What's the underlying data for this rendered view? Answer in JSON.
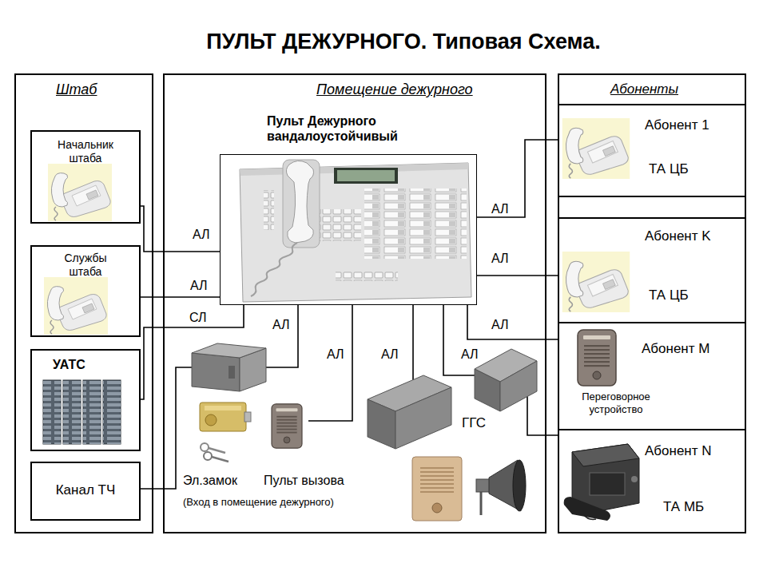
{
  "diagram": {
    "title": "ПУЛЬТ ДЕЖУРНОГО. Типовая Схема.",
    "nodes": [
      {
        "text": [
          "Штаб"
        ]
      },
      {
        "text": [
          "Начальник штаба"
        ],
        "in": 0
      },
      {
        "text": [
          "Службы штаба"
        ],
        "in": 0
      },
      {
        "text": [
          "УАТС"
        ],
        "in": 0
      },
      {
        "text": [
          "Канал ТЧ"
        ],
        "in": 0
      },
      {
        "text": [
          "Помещение дежурного"
        ]
      },
      {
        "text": [
          "Пульт Дежурного вандалоустойчивый"
        ],
        "in": 5
      },
      {
        "text": [
          "Эл.замок"
        ],
        "in": 5
      },
      {
        "text": [
          "Пульт вызова"
        ],
        "in": 5
      },
      {
        "text": [
          "ГГС"
        ],
        "in": 5
      },
      {
        "text": [
          "Абоненты"
        ]
      },
      {
        "text": [
          "Абонент 1",
          "ТА ЦБ"
        ],
        "in": 10
      },
      {
        "text": [
          "Абонент K",
          "ТА ЦБ"
        ],
        "in": 10
      },
      {
        "text": [
          "Абонент M",
          "Переговорное устройство"
        ],
        "in": 10
      },
      {
        "text": [
          "Абонент N",
          "ТА МБ"
        ],
        "in": 10
      }
    ],
    "edges": [
      {
        "from": 1,
        "to": 6,
        "label": "АЛ",
        "arrow": "none"
      },
      {
        "from": 2,
        "to": 6,
        "label": "АЛ",
        "arrow": "none"
      },
      {
        "from": 3,
        "to": 6,
        "label": "СЛ",
        "arrow": "none"
      },
      {
        "from": 4,
        "to": 6,
        "label": "АЛ",
        "arrow": "none"
      },
      {
        "from": 6,
        "to": 8,
        "label": "АЛ",
        "arrow": "none"
      },
      {
        "from": 6,
        "to": 9,
        "label": "АЛ",
        "arrow": "none"
      },
      {
        "from": 6,
        "to": 14,
        "label": "АЛ",
        "arrow": "none"
      },
      {
        "from": 6,
        "to": 11,
        "label": "АЛ",
        "arrow": "none"
      },
      {
        "from": 6,
        "to": 12,
        "label": "АЛ",
        "arrow": "none"
      },
      {
        "from": 6,
        "to": 13,
        "label": "АЛ",
        "arrow": "none"
      }
    ],
    "labels": [
      "(Вход в помещение дежурного)"
    ]
  }
}
